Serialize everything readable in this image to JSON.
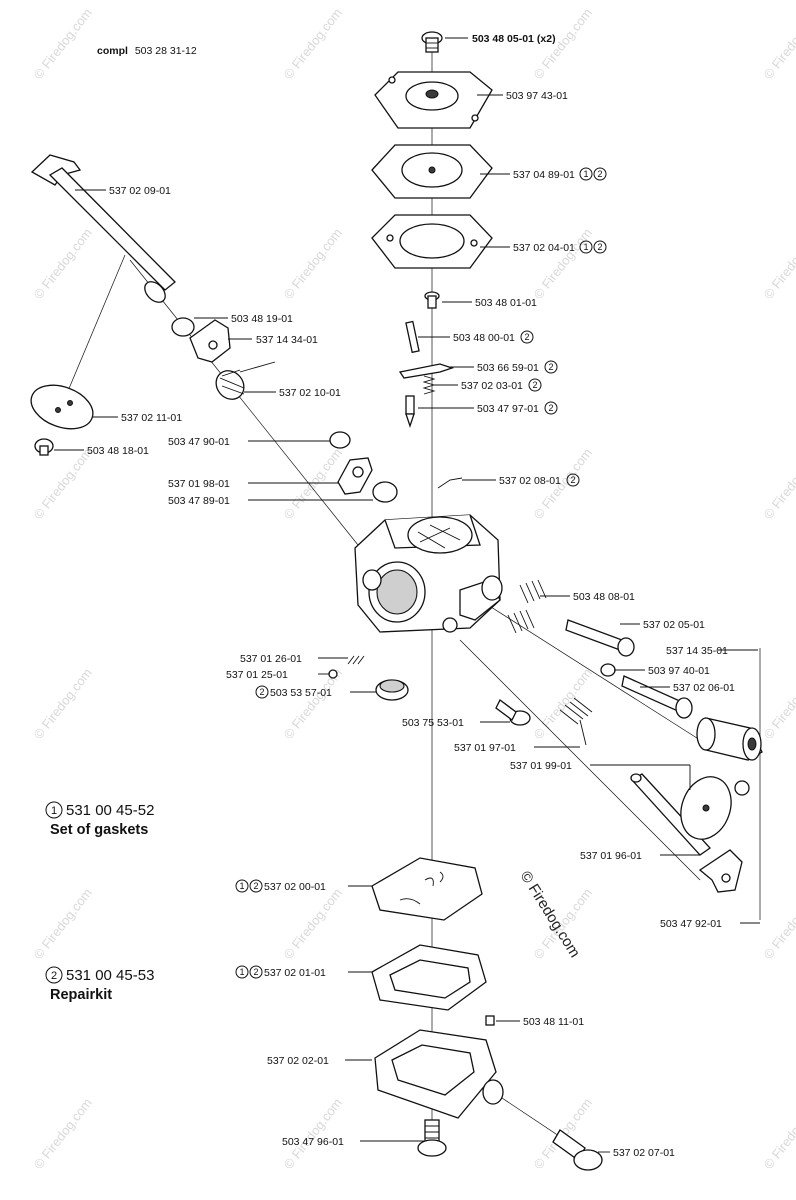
{
  "header": {
    "compl_prefix": "compl",
    "compl_number": "503 28 31-12"
  },
  "parts": [
    {
      "id": "p1",
      "number": "503 48 05-01",
      "suffix": "(x2)",
      "marks": []
    },
    {
      "id": "p2",
      "number": "503 97 43-01",
      "suffix": "",
      "marks": []
    },
    {
      "id": "p3",
      "number": "537 04 89-01",
      "suffix": "",
      "marks": [
        "1",
        "2"
      ]
    },
    {
      "id": "p4",
      "number": "537 02 04-01",
      "suffix": "",
      "marks": [
        "1",
        "2"
      ]
    },
    {
      "id": "p5",
      "number": "503 48 01-01",
      "suffix": "",
      "marks": []
    },
    {
      "id": "p6",
      "number": "503 48 00-01",
      "suffix": "",
      "marks": [
        "2"
      ]
    },
    {
      "id": "p7",
      "number": "503 66 59-01",
      "suffix": "",
      "marks": [
        "2"
      ]
    },
    {
      "id": "p8",
      "number": "537 02 03-01",
      "suffix": "",
      "marks": [
        "2"
      ]
    },
    {
      "id": "p9",
      "number": "503 47 97-01",
      "suffix": "",
      "marks": [
        "2"
      ]
    },
    {
      "id": "p10",
      "number": "537 02 08-01",
      "suffix": "",
      "marks": [
        "2"
      ]
    },
    {
      "id": "p11",
      "number": "537 02 09-01",
      "suffix": "",
      "marks": []
    },
    {
      "id": "p12",
      "number": "503 48 19-01",
      "suffix": "",
      "marks": []
    },
    {
      "id": "p13",
      "number": "537 14 34-01",
      "suffix": "",
      "marks": []
    },
    {
      "id": "p14",
      "number": "537 02 10-01",
      "suffix": "",
      "marks": []
    },
    {
      "id": "p15",
      "number": "537 02 11-01",
      "suffix": "",
      "marks": []
    },
    {
      "id": "p16",
      "number": "503 48 18-01",
      "suffix": "",
      "marks": []
    },
    {
      "id": "p17",
      "number": "503 47 90-01",
      "suffix": "",
      "marks": []
    },
    {
      "id": "p18",
      "number": "537 01 98-01",
      "suffix": "",
      "marks": []
    },
    {
      "id": "p19",
      "number": "503 47 89-01",
      "suffix": "",
      "marks": []
    },
    {
      "id": "p20",
      "number": "503 48 08-01",
      "suffix": "",
      "marks": []
    },
    {
      "id": "p21",
      "number": "537 02 05-01",
      "suffix": "",
      "marks": []
    },
    {
      "id": "p22",
      "number": "537 14 35-01",
      "suffix": "",
      "marks": []
    },
    {
      "id": "p23",
      "number": "503 97 40-01",
      "suffix": "",
      "marks": []
    },
    {
      "id": "p24",
      "number": "537 02 06-01",
      "suffix": "",
      "marks": []
    },
    {
      "id": "p25",
      "number": "537 01 26-01",
      "suffix": "",
      "marks": []
    },
    {
      "id": "p26",
      "number": "537 01 25-01",
      "suffix": "",
      "marks": []
    },
    {
      "id": "p27",
      "number": "503 53 57-01",
      "suffix": "",
      "marks": [
        "2"
      ]
    },
    {
      "id": "p28",
      "number": "503 75 53-01",
      "suffix": "",
      "marks": []
    },
    {
      "id": "p29",
      "number": "537 01 97-01",
      "suffix": "",
      "marks": []
    },
    {
      "id": "p30",
      "number": "537 01 99-01",
      "suffix": "",
      "marks": []
    },
    {
      "id": "p31",
      "number": "537 01 96-01",
      "suffix": "",
      "marks": []
    },
    {
      "id": "p32",
      "number": "503 47 92-01",
      "suffix": "",
      "marks": []
    },
    {
      "id": "p33",
      "number": "537 02 00-01",
      "suffix": "",
      "marks": [
        "1",
        "2"
      ]
    },
    {
      "id": "p34",
      "number": "537 02 01-01",
      "suffix": "",
      "marks": [
        "1",
        "2"
      ]
    },
    {
      "id": "p35",
      "number": "503 48 11-01",
      "suffix": "",
      "marks": []
    },
    {
      "id": "p36",
      "number": "537 02 02-01",
      "suffix": "",
      "marks": []
    },
    {
      "id": "p37",
      "number": "503 47 96-01",
      "suffix": "",
      "marks": []
    },
    {
      "id": "p38",
      "number": "537 02 07-01",
      "suffix": "",
      "marks": []
    }
  ],
  "kits": [
    {
      "mark": "1",
      "number": "531 00 45-52",
      "name": "Set of gaskets"
    },
    {
      "mark": "2",
      "number": "531 00 45-53",
      "name": "Repairkit"
    }
  ],
  "watermark": {
    "text": "© Firedog.com",
    "color": "#d9d9d9"
  }
}
